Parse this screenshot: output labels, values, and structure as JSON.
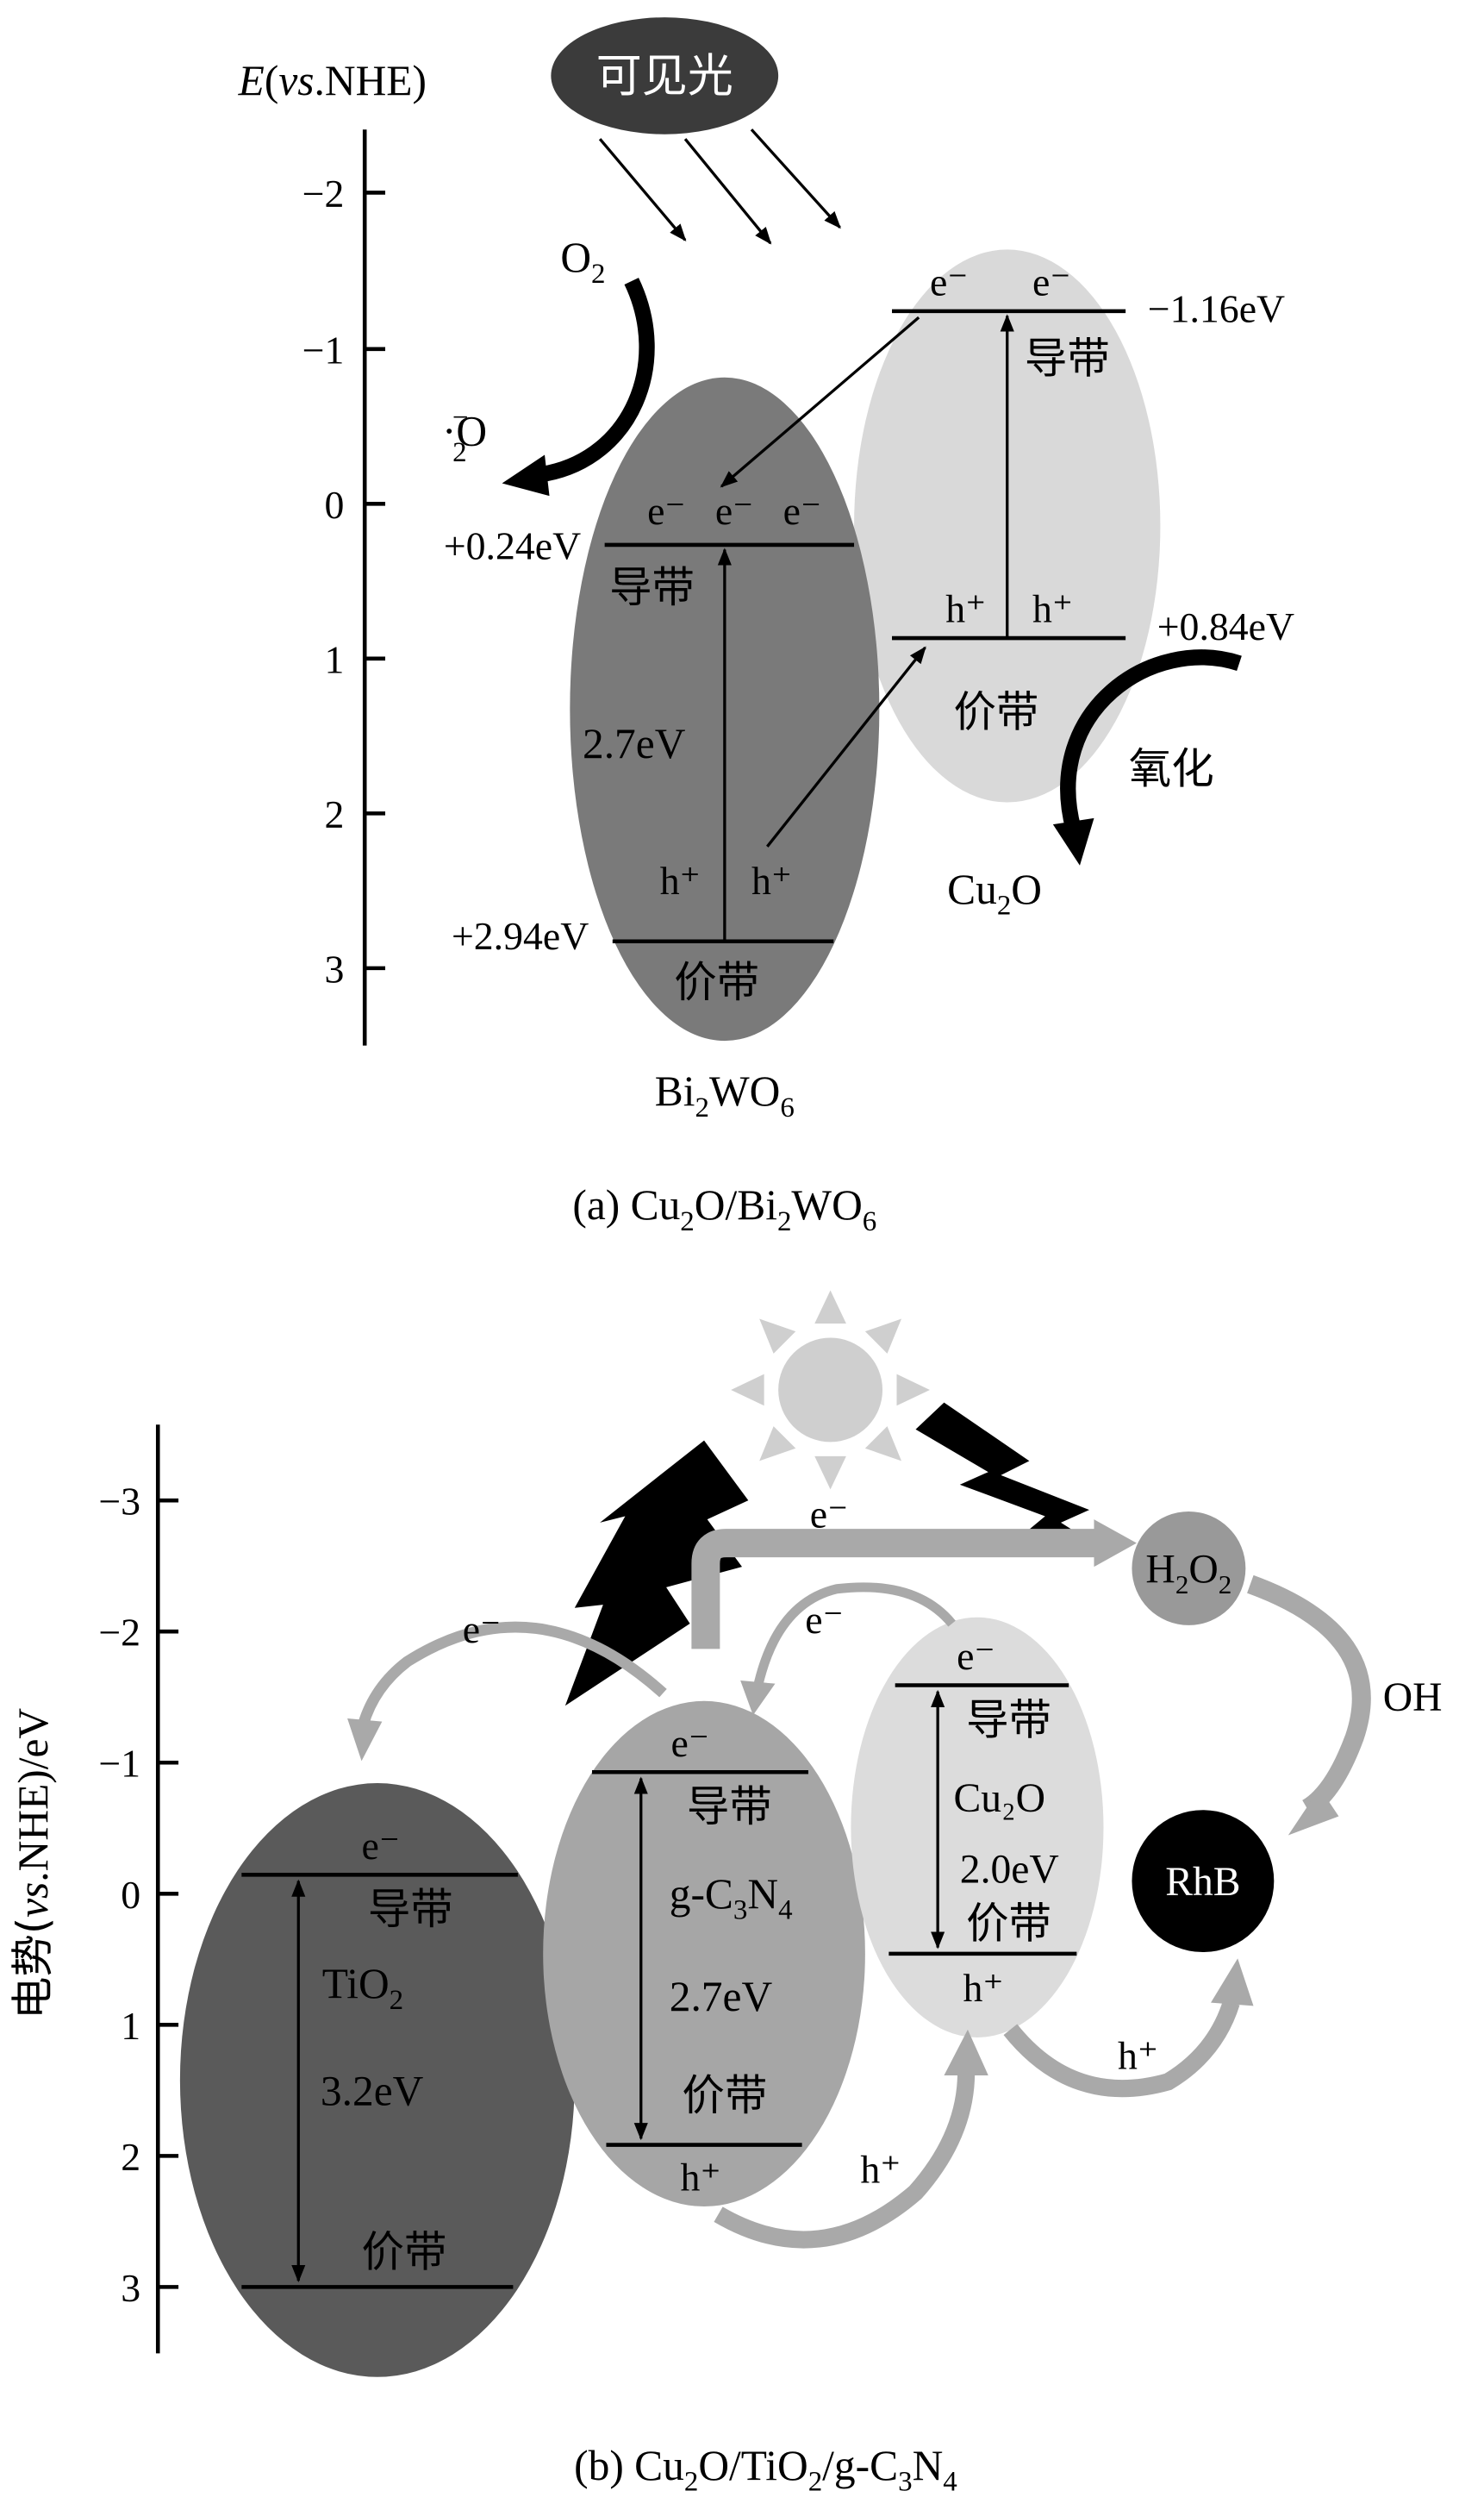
{
  "panel_a": {
    "axis_label": {
      "E": "E",
      "open": "(",
      "vs": "vs",
      "rest": ".NHE)"
    },
    "ticks": [
      "−2",
      "−1",
      "0",
      "1",
      "2",
      "3"
    ],
    "light": "可见光",
    "o2": {
      "base": "O",
      "sub": "2"
    },
    "superoxide": {
      "base": "·O",
      "sub": "2",
      "sup": "−"
    },
    "bi2wo6": {
      "e_row": [
        "e⁻",
        "e⁻",
        "e⁻"
      ],
      "cb_energy": "+0.24eV",
      "cb_label": "导带",
      "gap": "2.7eV",
      "h_row": [
        "h⁺",
        "h⁺"
      ],
      "vb_energy": "+2.94eV",
      "vb_label": "价带",
      "name": {
        "p1": "Bi",
        "s1": "2",
        "p2": "WO",
        "s2": "6"
      }
    },
    "cu2o": {
      "e_row": [
        "e⁻",
        "e⁻"
      ],
      "cb_energy": "−1.16eV",
      "cb_label": "导带",
      "h_row": [
        "h⁺",
        "h⁺"
      ],
      "vb_energy": "+0.84eV",
      "vb_label": "价带"
    },
    "oxidation": "氧化",
    "cu2o_product": {
      "p1": "Cu",
      "s1": "2",
      "p2": "O"
    },
    "caption": {
      "a": "(a) Cu",
      "s1": "2",
      "b": "O/Bi",
      "s2": "2",
      "c": "WO",
      "s3": "6"
    }
  },
  "panel_b": {
    "axis_label": {
      "a": "电势(",
      "vs": "vs",
      "b": ".NHE)/eV"
    },
    "ticks": [
      "−3",
      "−2",
      "−1",
      "0",
      "1",
      "2",
      "3"
    ],
    "tio2": {
      "e": "e⁻",
      "cb_label": "导带",
      "name": {
        "p1": "TiO",
        "s1": "2"
      },
      "gap": "3.2eV",
      "vb_label": "价带"
    },
    "gc3n4": {
      "e": "e⁻",
      "cb_label": "导带",
      "name": {
        "p1": "g-C",
        "s1": "3",
        "p2": "N",
        "s2": "4"
      },
      "gap": "2.7eV",
      "vb_label": "价带",
      "h": "h⁺"
    },
    "cu2o": {
      "e": "e⁻",
      "cb_label": "导带",
      "name": "Cu₂O",
      "gap": "2.0eV",
      "vb_label": "价带",
      "h": "h⁺"
    },
    "e_transfer_1": "e⁻",
    "e_transfer_2": "e⁻",
    "e_transfer_3": "e⁻",
    "h_transfer_1": "h⁺",
    "h_transfer_2": "h⁺",
    "h2o2": {
      "p1": "H",
      "s1": "2",
      "p2": "O",
      "s2": "2"
    },
    "oh": "OH",
    "rhb": "RhB",
    "caption": {
      "a": "(b) Cu",
      "s1": "2",
      "b": "O/TiO",
      "s2": "2",
      "c": "/g-C",
      "s3": "3",
      "d": "N",
      "s4": "4"
    }
  }
}
